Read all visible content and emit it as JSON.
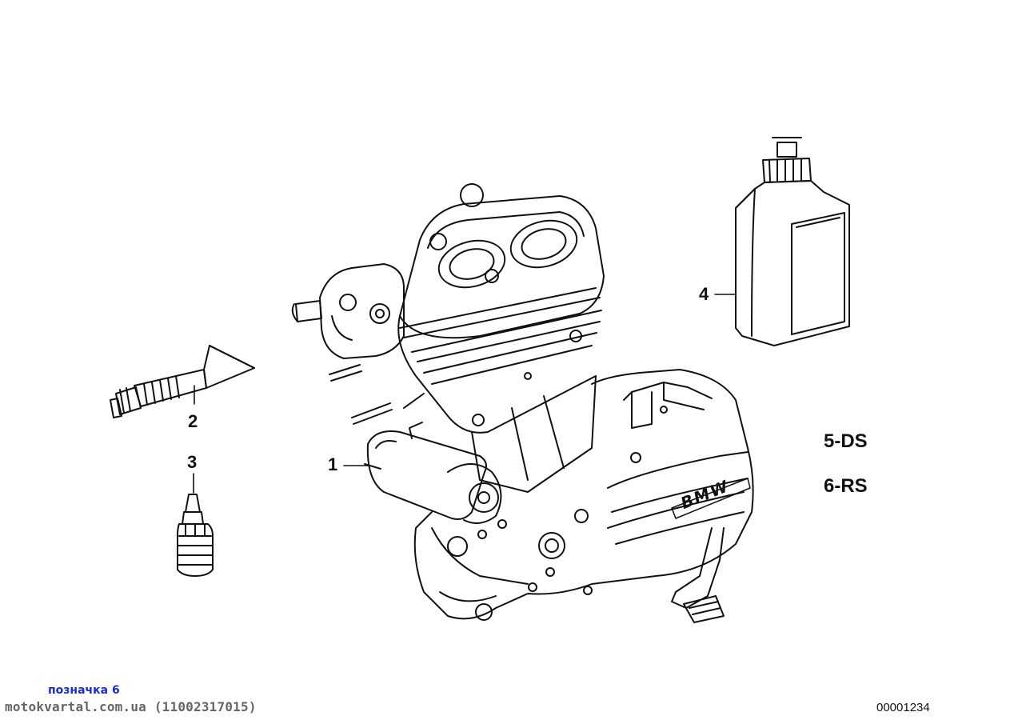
{
  "callouts": {
    "engine": "1",
    "grease_tube": "2",
    "adhesive_bottle": "3",
    "oil_bottle": "4"
  },
  "variants": [
    "5-DS",
    "6-RS"
  ],
  "engine_logo": "BMW",
  "watermark": {
    "note": "позначка 6",
    "site": "motokvartal.com.ua (11002317015)"
  },
  "doc_number": "00001234"
}
